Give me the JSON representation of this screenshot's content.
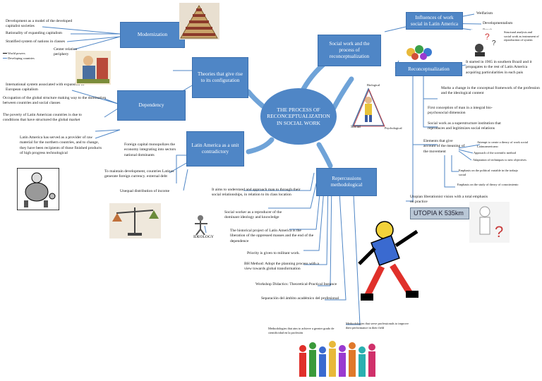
{
  "central": "THE PROCESS OF RECONCEPTUALIZATION IN SOCIAL WORK",
  "nodes": {
    "theories": "Theories that give rise to its configuration",
    "modernization": "Modernization",
    "dependency": "Dependency",
    "latin_america": "Latin America as a unit contradictory",
    "social_work_process": "Social work and the process of reconceptualization",
    "influences": "Influences of work social in Latin America",
    "reconceptualization": "Reconceptualization",
    "repercussions": "Repercussions methodological"
  },
  "modernization_texts": [
    "Development as a model of the developed capitalist societies",
    "Rationality of expanding capitalism",
    "Stratified system of nations in classes",
    "Center relation periphery"
  ],
  "legend": [
    "World powers",
    "Developing countries"
  ],
  "dependency_texts": [
    "International system associated with expansion of European capitalism",
    "Occupation of the global structure making way to the domination between countries and social classes",
    "The poverty of Latin American countries is due to conditions that have structured the global market",
    "Latin America has served as a provider of raw material for the northern countries, and to change, they have been recipients of those finished products of high progress technological"
  ],
  "latin_texts": [
    "Foreign capital monopolizes the economy integrating into sectors national dominants",
    "To maintain development, countries Latinos generate foreign currency. external debt",
    "Unequal distribution of income"
  ],
  "influence_texts": [
    "Welfarism",
    "Developmentalism",
    "Break"
  ],
  "break_detail": "Structural analysis and social work as instrument of reproduction of system",
  "recon_texts": [
    "It started in 1965 in southern Brazil and it propagates to the rest of Latin America acquiring particularities in each pais",
    "Marks a change in the conceptual framework of the profession and the ideological content",
    "First conception of man in a integral bio-psychosocial dimension",
    "Social work as a superstructure institution that reproduces and legitimizes social relations",
    "Elements that give account of the meaning of the movement",
    "Utopian liberationist vision with a total emphasis on practice"
  ],
  "elements_sub": [
    "Attempt to create a theory of work social Latinoamericano",
    "Approach of the scientific method",
    "Adaptation of techniques to new objectives",
    "Emphasis on the political variable in the trabajo social",
    "Emphasis on the study of theory of conocimiento"
  ],
  "bio_labels": [
    "Biological",
    "Social",
    "Psychological"
  ],
  "utopia": "UTOPIA K 535km",
  "ideology": "IDEOLOGY",
  "repercussion_texts": [
    "It aims to understand and approach man to through their social relationships, in relation to its class location",
    "Social worker as a reproducer of the dominant ideology and knowledge",
    "The historical project of Latin America is the liberation of the oppressed masses and the end of the dependence",
    "Priority is given to militant work.",
    "BH Method: Adopt the planning process with a view towards global transformation",
    "Workshop Didactics: Theoretical-Practical Instance",
    "Separación del ámbito académico del profesional"
  ],
  "methodologies": [
    "Methodologies that aim to achieve a greater grado de cientificidad en la profesión",
    "Methodologies that serve professionals to improve their performance in their field"
  ],
  "colors": {
    "box": "#4f86c6",
    "line": "#4f86c6",
    "branch": "#6fa3d8"
  },
  "icons": [
    "pyramid-picture",
    "old-man-picture",
    "capitalist-cartoon-picture",
    "scale-picture",
    "gears-people-picture",
    "questions-picture",
    "thinking-question-picture",
    "breakdancer-picture",
    "crowd-picture",
    "ideology-figure-picture"
  ]
}
